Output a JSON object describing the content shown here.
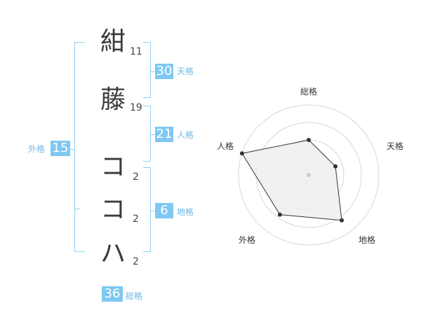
{
  "name_chars": [
    {
      "char": "紺",
      "strokes": "11"
    },
    {
      "char": "藤",
      "strokes": "19"
    },
    {
      "char": "コ",
      "strokes": "2"
    },
    {
      "char": "コ",
      "strokes": "2"
    },
    {
      "char": "ハ",
      "strokes": "2"
    }
  ],
  "kaku": {
    "tenkaku": {
      "value": "30",
      "label": "天格"
    },
    "jinkaku": {
      "value": "21",
      "label": "人格"
    },
    "chikaku": {
      "value": "6",
      "label": "地格"
    },
    "gaikaku": {
      "value": "15",
      "label": "外格"
    },
    "soukaku": {
      "value": "36",
      "label": "総格"
    }
  },
  "radar": {
    "axes": [
      "総格",
      "天格",
      "地格",
      "外格",
      "人格"
    ],
    "levels": 4,
    "scores": [
      2.5,
      2,
      4,
      3.5,
      5
    ],
    "max": 5,
    "colors": {
      "fill": "#efefef",
      "line": "#333333",
      "ring": "#d7d7d7",
      "center": "#cccccc"
    }
  }
}
